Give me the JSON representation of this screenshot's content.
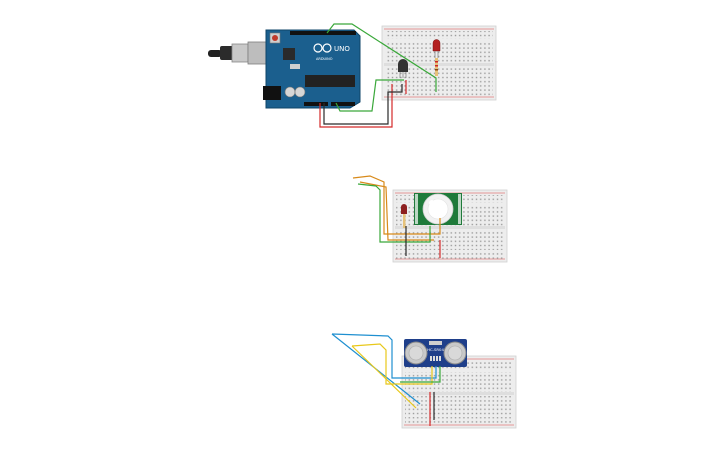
{
  "arduino": {
    "logo_text": "UNO",
    "brand_text": "ARDUINO",
    "board_color": "#1b5f8e",
    "chip_color": "#222222"
  },
  "ultrasonic": {
    "label": "HC-SR04",
    "board_color": "#1f3f8a"
  },
  "pir": {
    "board_color": "#1f7a3a"
  },
  "wire_colors": {
    "green": "#3aa83a",
    "red": "#d42a2a",
    "black": "#2a2a2a",
    "orange": "#d88a1a",
    "yellow": "#e8c81a",
    "blue": "#1e8fd0"
  }
}
